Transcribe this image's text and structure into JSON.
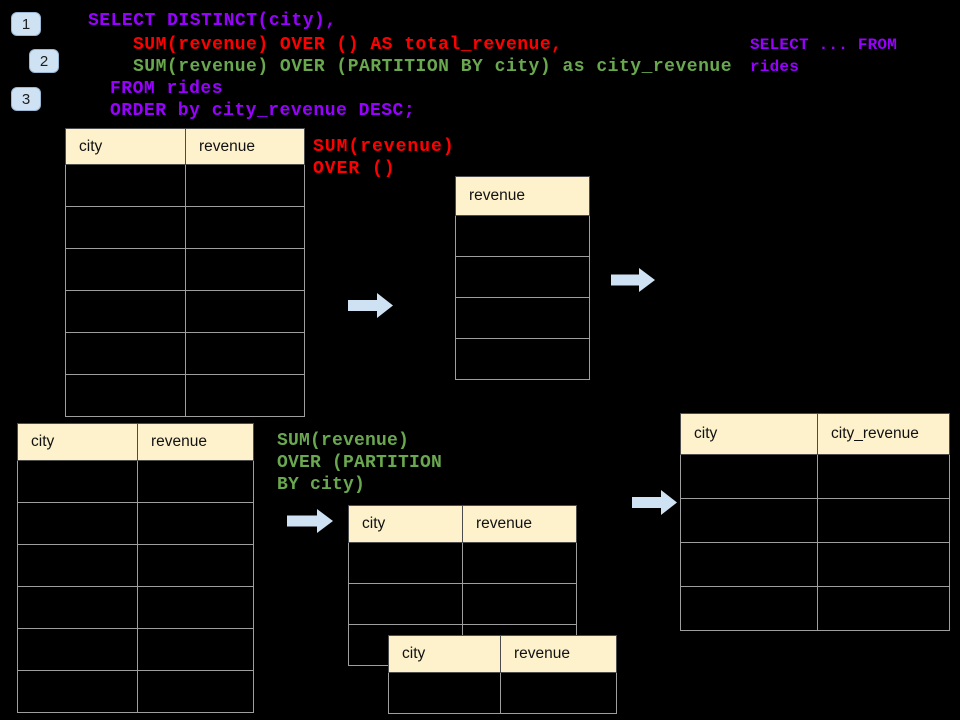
{
  "colors": {
    "background": "#000000",
    "code_purple": "#9900ff",
    "code_red": "#ff0000",
    "code_green": "#6aa84f",
    "arrow_blue": "#cfe2f3",
    "badge_blue": "#cfe2f3",
    "table_header_fill": "#fdf2cc",
    "table_border": "#9e9e9e"
  },
  "badges": [
    {
      "label": "1"
    },
    {
      "label": "2"
    },
    {
      "label": "3"
    }
  ],
  "code": {
    "lines": [
      {
        "text": "SELECT DISTINCT(city),",
        "color": "purple"
      },
      {
        "text": "SUM(revenue) OVER () AS total_revenue,",
        "color": "red"
      },
      {
        "text": "SUM(revenue) OVER (PARTITION BY city) as city_revenue",
        "color": "green"
      },
      {
        "text": "FROM rides",
        "color": "purple"
      },
      {
        "text": "ORDER by city_revenue DESC;",
        "color": "purple"
      }
    ]
  },
  "side_note": {
    "text": "SELECT ... FROM\nrides",
    "color": "purple"
  },
  "annotations": {
    "total_revenue": {
      "text": "SUM(revenue)\nOVER ()",
      "color": "red"
    },
    "partition": {
      "text": "SUM(revenue)\nOVER (PARTITION\nBY city)",
      "color": "green"
    }
  },
  "icons": {
    "flow_arrow": "right-block-arrow"
  },
  "tables": {
    "source_top": {
      "headers": [
        "city",
        "revenue"
      ],
      "row_count": 6
    },
    "total_revenue": {
      "headers": [
        "revenue"
      ],
      "row_count": 4
    },
    "source_bottom": {
      "headers": [
        "city",
        "revenue"
      ],
      "row_count": 6
    },
    "partition_mid": {
      "headers": [
        "city",
        "revenue"
      ],
      "row_count": 3
    },
    "partition_overlay": {
      "headers": [
        "city",
        "revenue"
      ],
      "row_count": 1
    },
    "city_revenue_result": {
      "headers": [
        "city",
        "city_revenue"
      ],
      "row_count": 4
    }
  }
}
